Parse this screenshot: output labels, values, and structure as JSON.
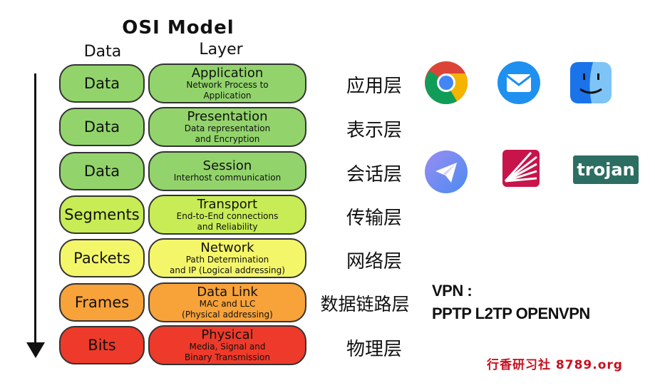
{
  "title": "OSI  Model",
  "headers": {
    "data": "Data",
    "layer": "Layer"
  },
  "layers": [
    {
      "data_unit": "Data",
      "name": "Application",
      "desc1": "Network Process to",
      "desc2": "Application",
      "cn": "应用层",
      "fill": "#92d46b"
    },
    {
      "data_unit": "Data",
      "name": "Presentation",
      "desc1": "Data representation",
      "desc2": "and Encryption",
      "cn": "表示层",
      "fill": "#92d46b"
    },
    {
      "data_unit": "Data",
      "name": "Session",
      "desc1": "Interhost communication",
      "desc2": "",
      "cn": "会话层",
      "fill": "#92d46b"
    },
    {
      "data_unit": "Segments",
      "name": "Transport",
      "desc1": "End-to-End connections",
      "desc2": "and Reliability",
      "cn": "传输层",
      "fill": "#c7ec55"
    },
    {
      "data_unit": "Packets",
      "name": "Network",
      "desc1": "Path Determination",
      "desc2": "and IP (Logical addressing)",
      "cn": "网络层",
      "fill": "#f4f66a"
    },
    {
      "data_unit": "Frames",
      "name": "Data Link",
      "desc1": "MAC and LLC",
      "desc2": "(Physical addressing)",
      "cn": "数据链路层",
      "fill": "#f8a23a"
    },
    {
      "data_unit": "Bits",
      "name": "Physical",
      "desc1": "Media, Signal and",
      "desc2": "Binary Transmission",
      "cn": "物理层",
      "fill": "#ee3a2a"
    }
  ],
  "icons": {
    "trojan_label": "trojan",
    "chrome": "chrome-icon",
    "mail": "mail-icon",
    "finder": "finder-icon",
    "telegram": "telegram-icon",
    "app": "striped-app-icon",
    "trojan": "trojan-icon"
  },
  "vpn": {
    "line1": "VPN :",
    "line2": "PPTP L2TP OPENVPN"
  },
  "watermark": "行香研习社  8789.org"
}
